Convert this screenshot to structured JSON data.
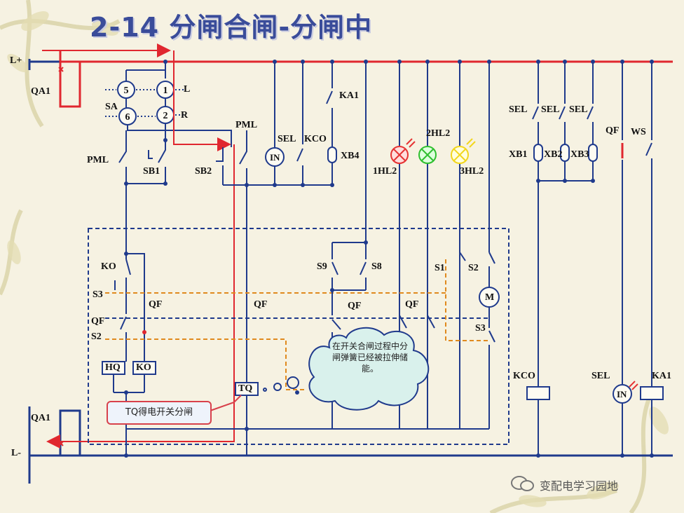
{
  "title": "2-14  分闸合闸-分闸中",
  "rails": {
    "positive": "L+",
    "negative": "L-"
  },
  "breakers": {
    "top": "QA1",
    "bottom": "QA1"
  },
  "switch_sa": {
    "name": "SA",
    "contacts": [
      "5",
      "1",
      "6",
      "2"
    ],
    "positions": [
      "L",
      "R"
    ]
  },
  "labels": {
    "pml_left": "PML",
    "sb1": "SB1",
    "sb2": "SB2",
    "pml_right": "PML",
    "sel_top": "SEL",
    "meter_in": "IN",
    "kco_top": "KCO",
    "ka1_top": "KA1",
    "xb4": "XB4",
    "lamp1": "1HL2",
    "lamp2": "2HL2",
    "lamp3": "3HL2",
    "sel1": "SEL",
    "sel2": "SEL",
    "sel3": "SEL",
    "xb1": "XB1",
    "xb2": "XB2",
    "xb3": "XB3",
    "qf_right": "QF",
    "ws": "WS",
    "ko": "KO",
    "s3_left": "S3",
    "qf_left_a": "QF",
    "qf_left_b": "QF",
    "s2_left": "S2",
    "hq": "HQ",
    "ko_coil": "KO",
    "qf_mid": "QF",
    "tq": "TQ",
    "s9": "S9",
    "s8": "S8",
    "qf_c": "QF",
    "qf_d": "QF",
    "s1": "S1",
    "s2_right": "S2",
    "motor": "M",
    "s3_right": "S3",
    "kco_coil": "KCO",
    "sel_coil": "SEL",
    "meter_in2": "IN",
    "ka1_coil": "KA1"
  },
  "callout": "TQ得电开关分闸",
  "cloud_note": "在开关合闸过程中分闸弹簧已经被拉伸储能。",
  "watermark": "变配电学习园地",
  "colors": {
    "circuit": "#1f3a8c",
    "trip_path": "#e0272f",
    "mechanism_box": "#1f3a8c",
    "spring_path": "#e08a1e",
    "lamp_red": "#e53333",
    "lamp_green": "#2fbf2f",
    "lamp_yellow": "#f2d61c",
    "cloud": "#d9f1ec"
  }
}
